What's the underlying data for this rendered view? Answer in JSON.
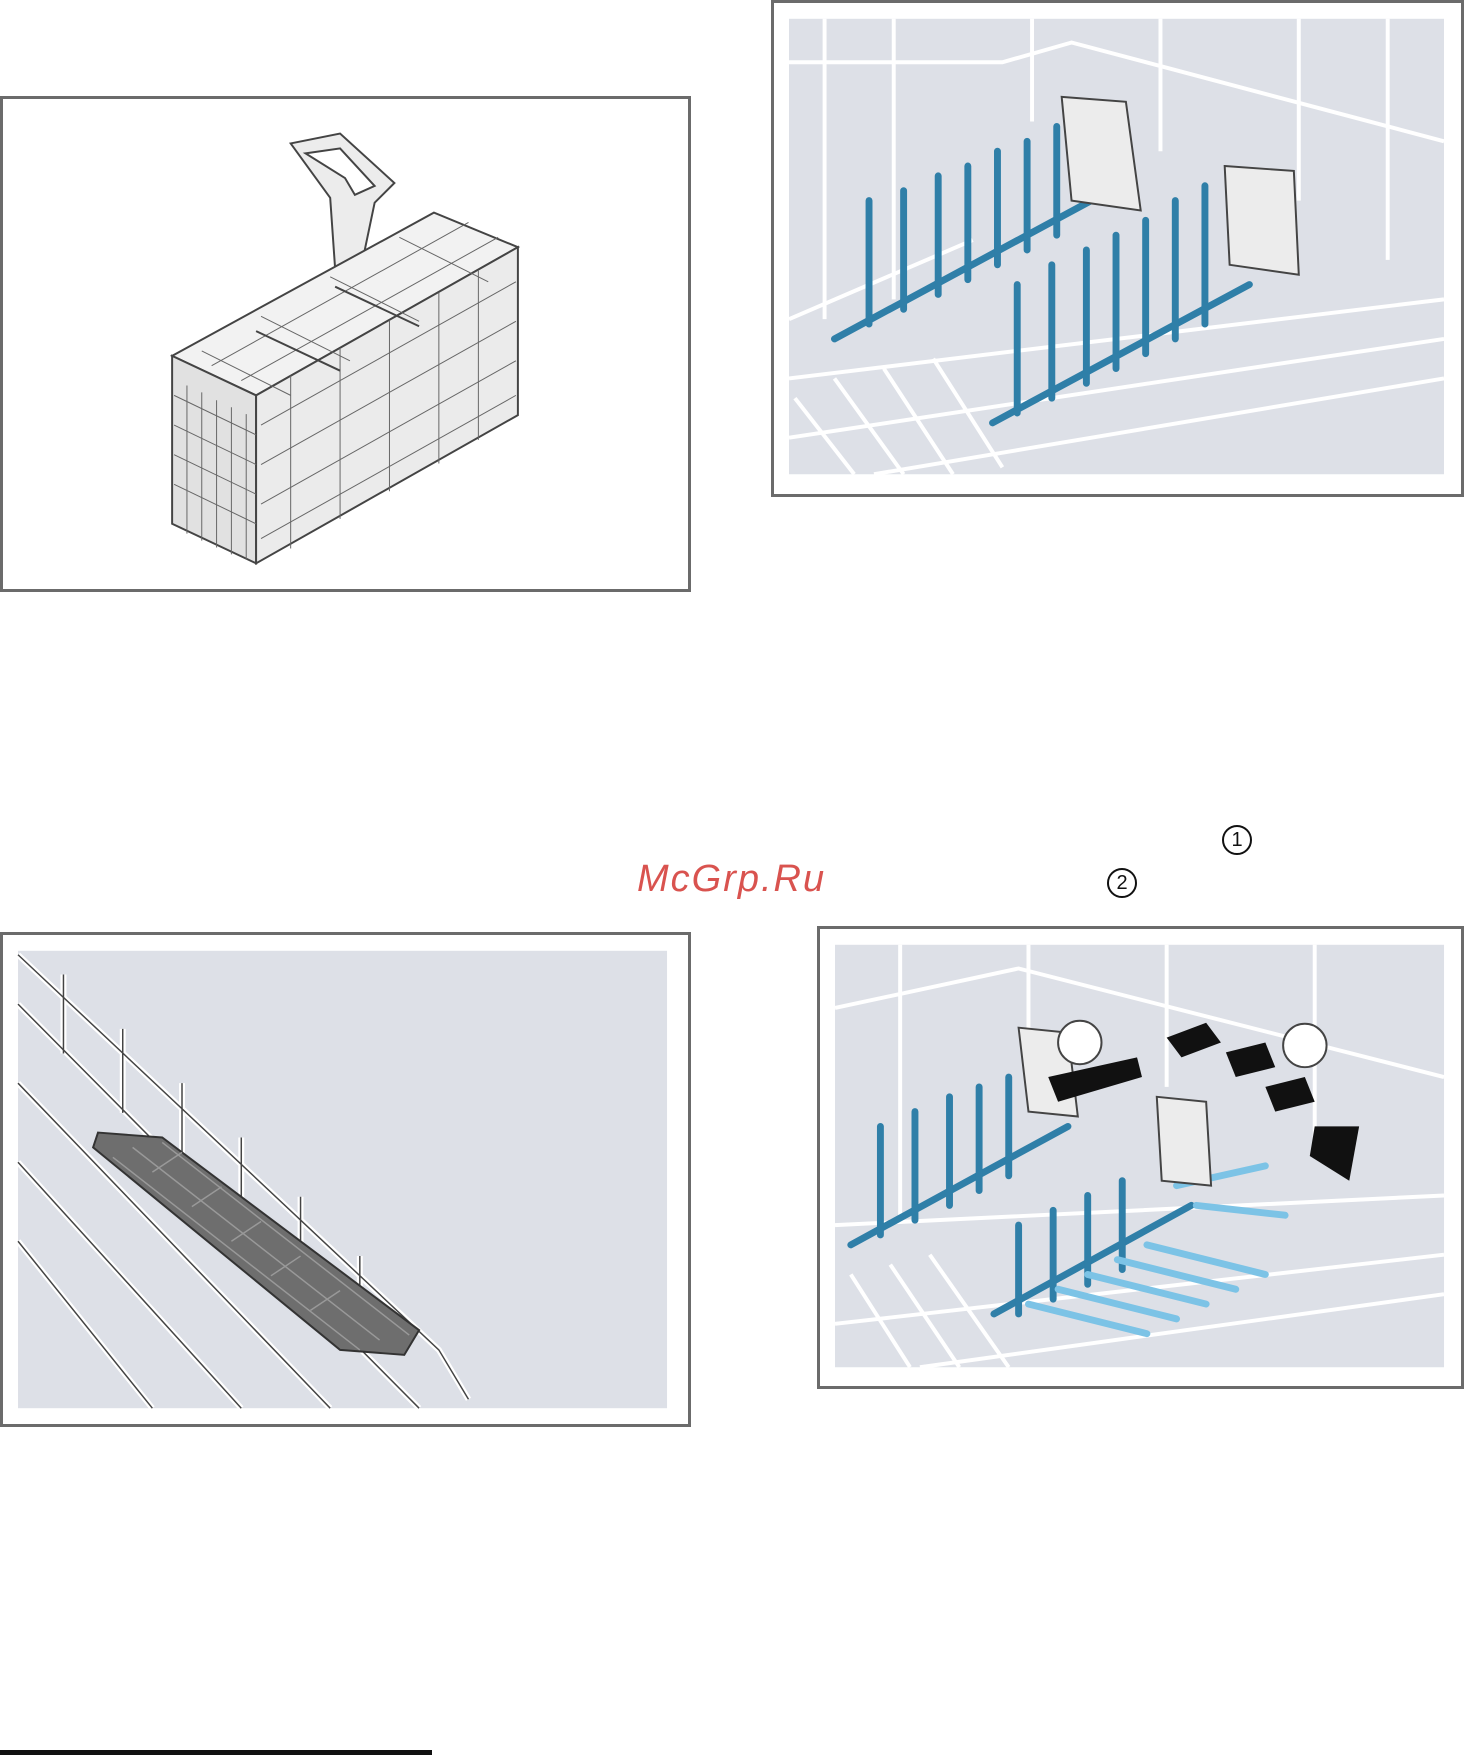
{
  "watermark": "McGrp.Ru",
  "markers": [
    {
      "label": "1"
    },
    {
      "label": "2"
    }
  ],
  "figures": [
    {
      "id": "cutlery-basket",
      "label": ""
    },
    {
      "id": "plate-racks",
      "label": ""
    },
    {
      "id": "knife-shelf",
      "label": ""
    },
    {
      "id": "fold-down-racks",
      "label": ""
    }
  ],
  "colors": {
    "rack_blue": "#2f7fa8",
    "rack_light_blue": "#7cc3e6",
    "panel_grey": "#dde0e7",
    "frame": "#6b6b6b",
    "watermark": "#d9534f"
  }
}
